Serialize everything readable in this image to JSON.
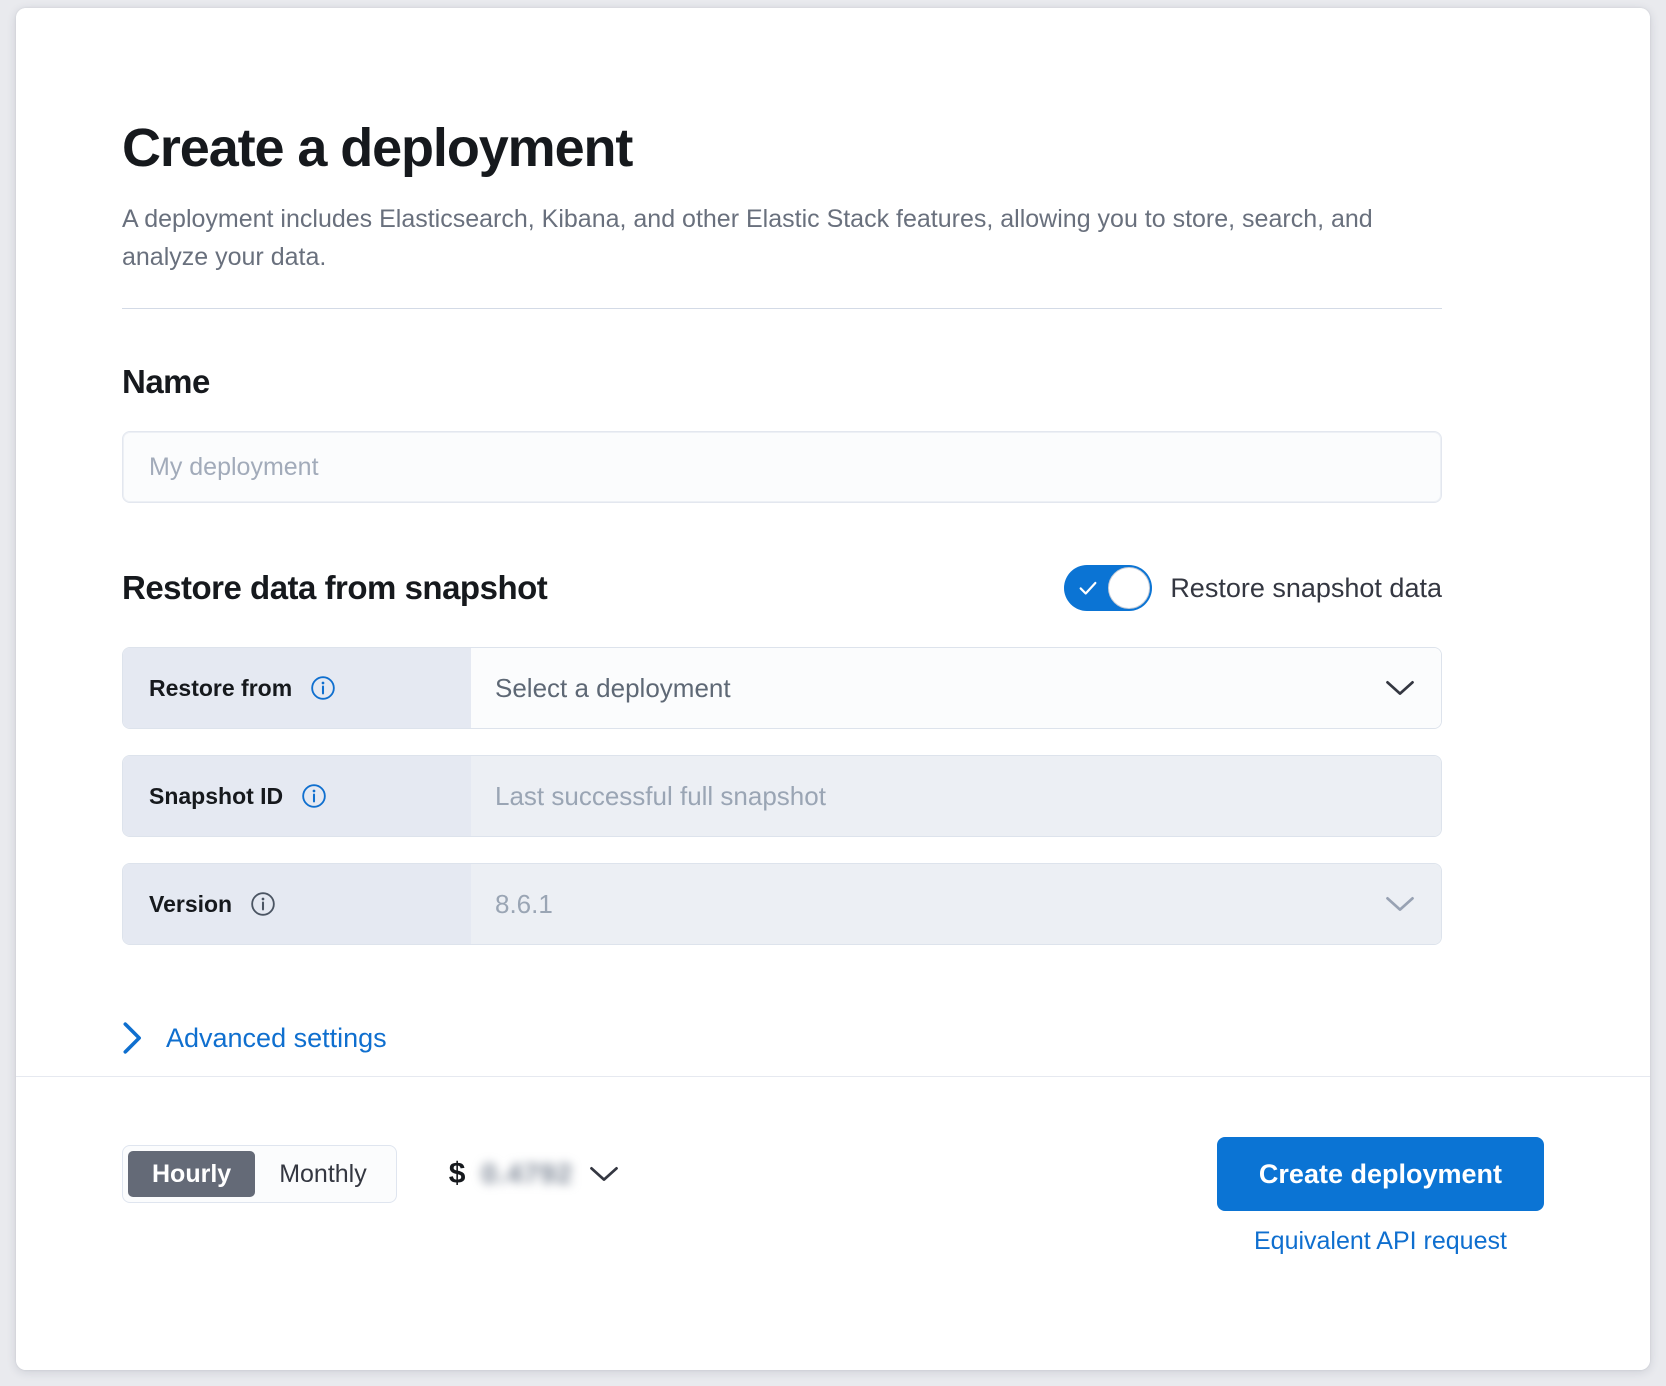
{
  "page": {
    "title": "Create a deployment",
    "description": "A deployment includes Elasticsearch, Kibana, and other Elastic Stack features, allowing you to store, search, and analyze your data."
  },
  "name_section": {
    "heading": "Name",
    "placeholder": "My deployment",
    "value": ""
  },
  "snapshot_section": {
    "heading": "Restore data from snapshot",
    "toggle_label": "Restore snapshot data",
    "toggle_on": true,
    "rows": [
      {
        "label": "Restore from",
        "info_icon": "info-circle-icon",
        "info_icon_color": "#0f6fcf",
        "value": "Select a deployment",
        "has_chevron": true,
        "disabled": false
      },
      {
        "label": "Snapshot ID",
        "info_icon": "info-circle-icon",
        "info_icon_color": "#0f6fcf",
        "value": "Last successful full snapshot",
        "has_chevron": false,
        "disabled": true
      },
      {
        "label": "Version",
        "info_icon": "info-circle-icon",
        "info_icon_color": "#4b5563",
        "value": "8.6.1",
        "has_chevron": true,
        "disabled": true
      }
    ],
    "advanced_settings_label": "Advanced settings",
    "advanced_settings_icon": "chevron-right-icon"
  },
  "footer": {
    "billing_options": [
      "Hourly",
      "Monthly"
    ],
    "billing_selected": "Hourly",
    "price_currency": "$",
    "price_value": "0.4792",
    "price_chevron_icon": "chevron-down-icon",
    "create_button_label": "Create deployment",
    "api_link_label": "Equivalent API request"
  },
  "colors": {
    "accent": "#0b74d4",
    "link": "#0f6fcf",
    "label_bg": "#e5e9f2",
    "field_bg": "#fbfcfd",
    "field_bg_disabled": "#eceff4",
    "segment_active_bg": "#646a77"
  }
}
